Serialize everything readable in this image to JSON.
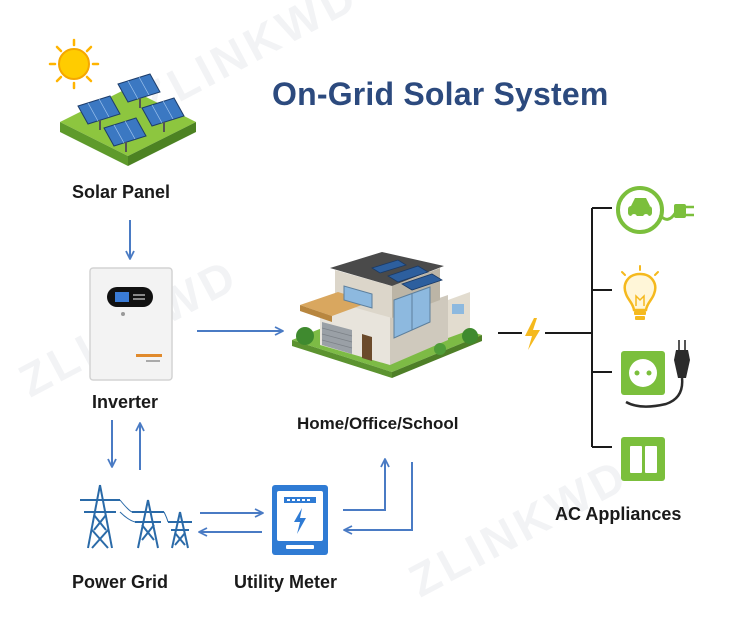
{
  "title": "On-Grid Solar System",
  "watermark": "ZLINKWD",
  "nodes": {
    "solar_panel": "Solar Panel",
    "inverter": "Inverter",
    "home": "Home/Office/School",
    "power_grid": "Power Grid",
    "utility_meter": "Utility Meter",
    "ac_appliances": "AC Appliances"
  },
  "colors": {
    "title": "#2c4a7e",
    "arrow": "#4a7bc4",
    "appliance_green": "#7bbf3c",
    "bolt": "#f5b91e",
    "tower": "#2a6aa8"
  },
  "appliances": [
    "ev-charger-icon",
    "light-bulb-icon",
    "power-outlet-icon",
    "switch-icon"
  ]
}
